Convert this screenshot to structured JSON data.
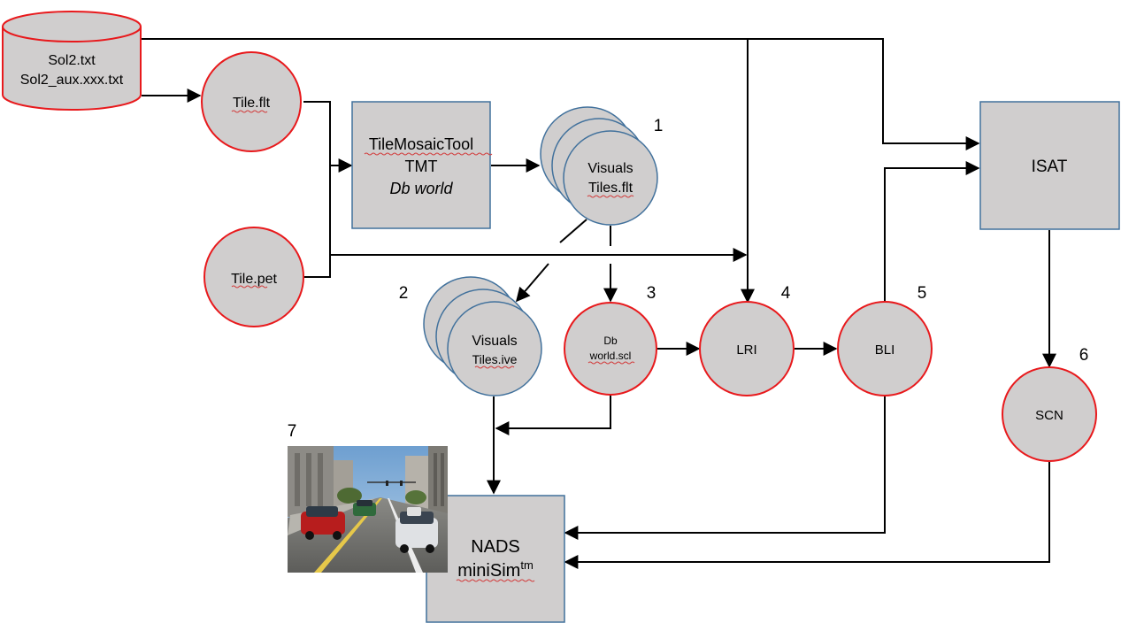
{
  "colors": {
    "node_fill": "#d0cece",
    "red_border": "#e8191c",
    "blue_border": "#41719c",
    "box_border": "#41719c",
    "arrow": "#000000"
  },
  "nodes": {
    "source": {
      "line1": "Sol2.txt",
      "line2": "Sol2_aux.xxx.txt"
    },
    "tile_flt": {
      "label": "Tile.flt"
    },
    "tile_pet": {
      "label": "Tile.pet"
    },
    "tmt": {
      "line1": "TileMosaicTool",
      "line2": "TMT",
      "line3": "Db world"
    },
    "visuals_flt": {
      "line1": "Visuals",
      "line2": "Tiles.flt",
      "step": "1"
    },
    "visuals_ive": {
      "line1": "Visuals",
      "line2": "Tiles.ive",
      "step": "2"
    },
    "db_scl": {
      "line1": "Db",
      "line2": "world.scl",
      "step": "3"
    },
    "lri": {
      "label": "LRI",
      "step": "4"
    },
    "bli": {
      "label": "BLI",
      "step": "5"
    },
    "isat": {
      "label": "ISAT"
    },
    "scn": {
      "label": "SCN",
      "step": "6"
    },
    "nads": {
      "line1": "NADS",
      "line2": "miniSim",
      "sup": "tm"
    },
    "photo": {
      "step": "7"
    }
  }
}
